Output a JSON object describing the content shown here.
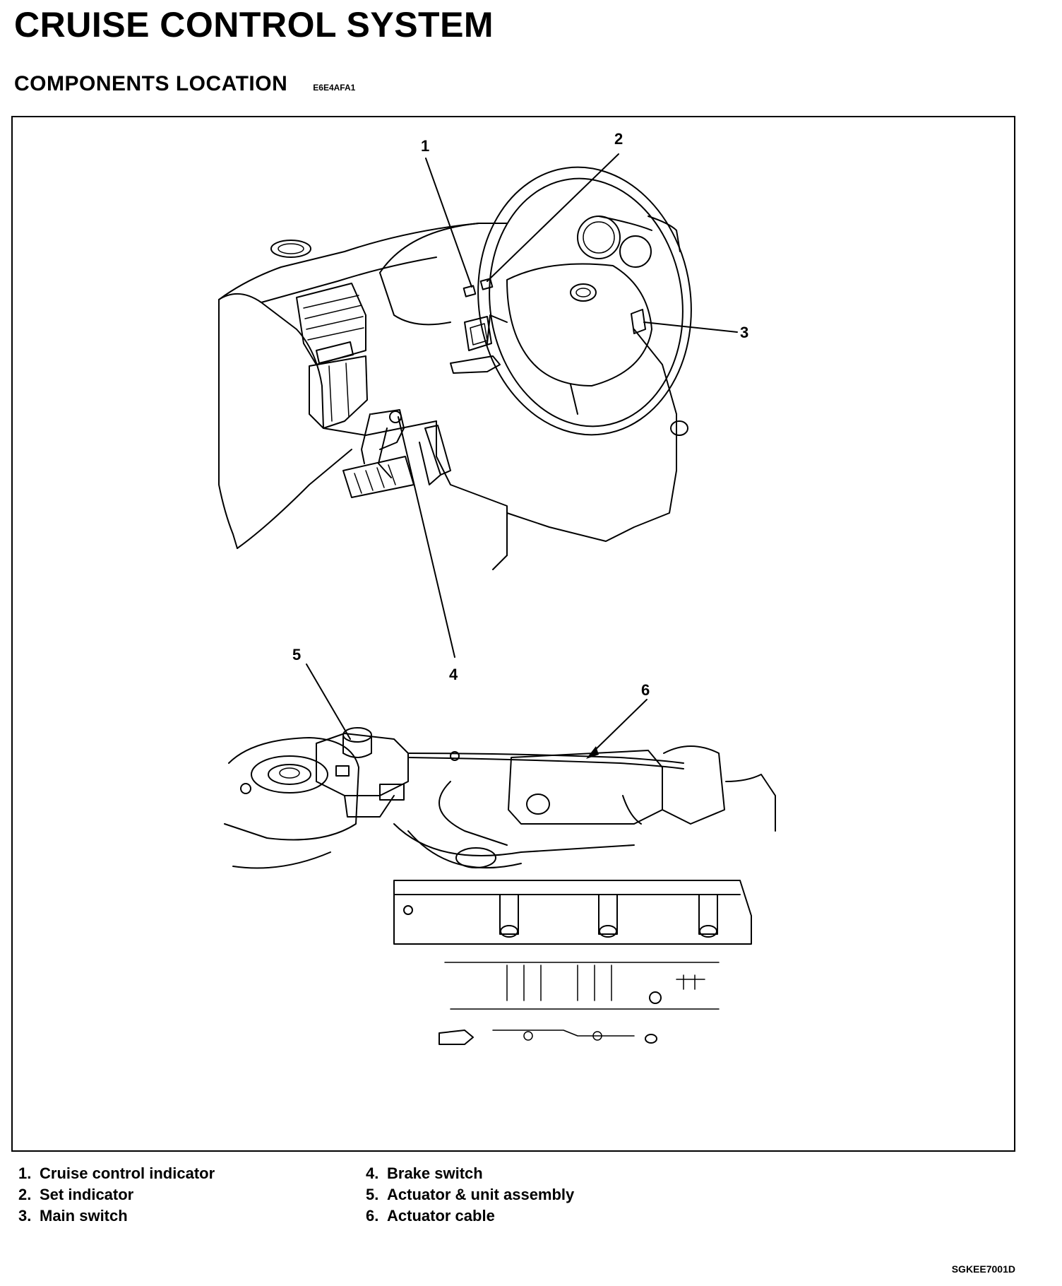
{
  "header": {
    "title": "CRUISE CONTROL SYSTEM",
    "section_title": "COMPONENTS LOCATION",
    "section_code": "E6E4AFA1"
  },
  "diagram": {
    "callouts": [
      "1",
      "2",
      "3",
      "4",
      "5",
      "6"
    ]
  },
  "legend": {
    "left": [
      {
        "num": "1.",
        "label": "Cruise control indicator"
      },
      {
        "num": "2.",
        "label": "Set indicator"
      },
      {
        "num": "3.",
        "label": "Main switch"
      }
    ],
    "right": [
      {
        "num": "4.",
        "label": "Brake switch"
      },
      {
        "num": "5.",
        "label": "Actuator & unit assembly"
      },
      {
        "num": "6.",
        "label": "Actuator cable"
      }
    ]
  },
  "footer": {
    "figure_code": "SGKEE7001D"
  }
}
